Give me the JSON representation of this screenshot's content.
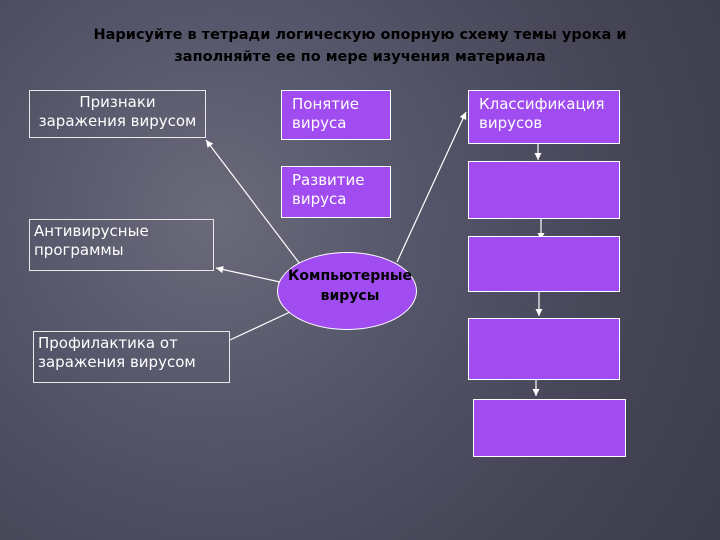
{
  "title": {
    "line1": "Нарисуйте в тетради логическую опорную схему темы урока и",
    "line2": "заполняйте ее по мере изучения материала"
  },
  "boxes": {
    "signs": {
      "line1": "Признаки",
      "line2": "заражения вирусом"
    },
    "concept": {
      "line1": "Понятие",
      "line2": "вируса"
    },
    "classification": {
      "line1": "Классификация",
      "line2": "вирусов"
    },
    "development": {
      "line1": "Развитие",
      "line2": "вируса"
    },
    "antivirus": {
      "line1": "Антивирусные",
      "line2": "программы"
    },
    "prevention": {
      "line1": "Профилактика от",
      "line2": "заражения вирусом"
    }
  },
  "center": {
    "line1": "Компьютерные",
    "line2": "вирусы"
  },
  "colors": {
    "box_fill": "#a04cf0",
    "background": "#55556a",
    "lines": "#ffffff"
  }
}
